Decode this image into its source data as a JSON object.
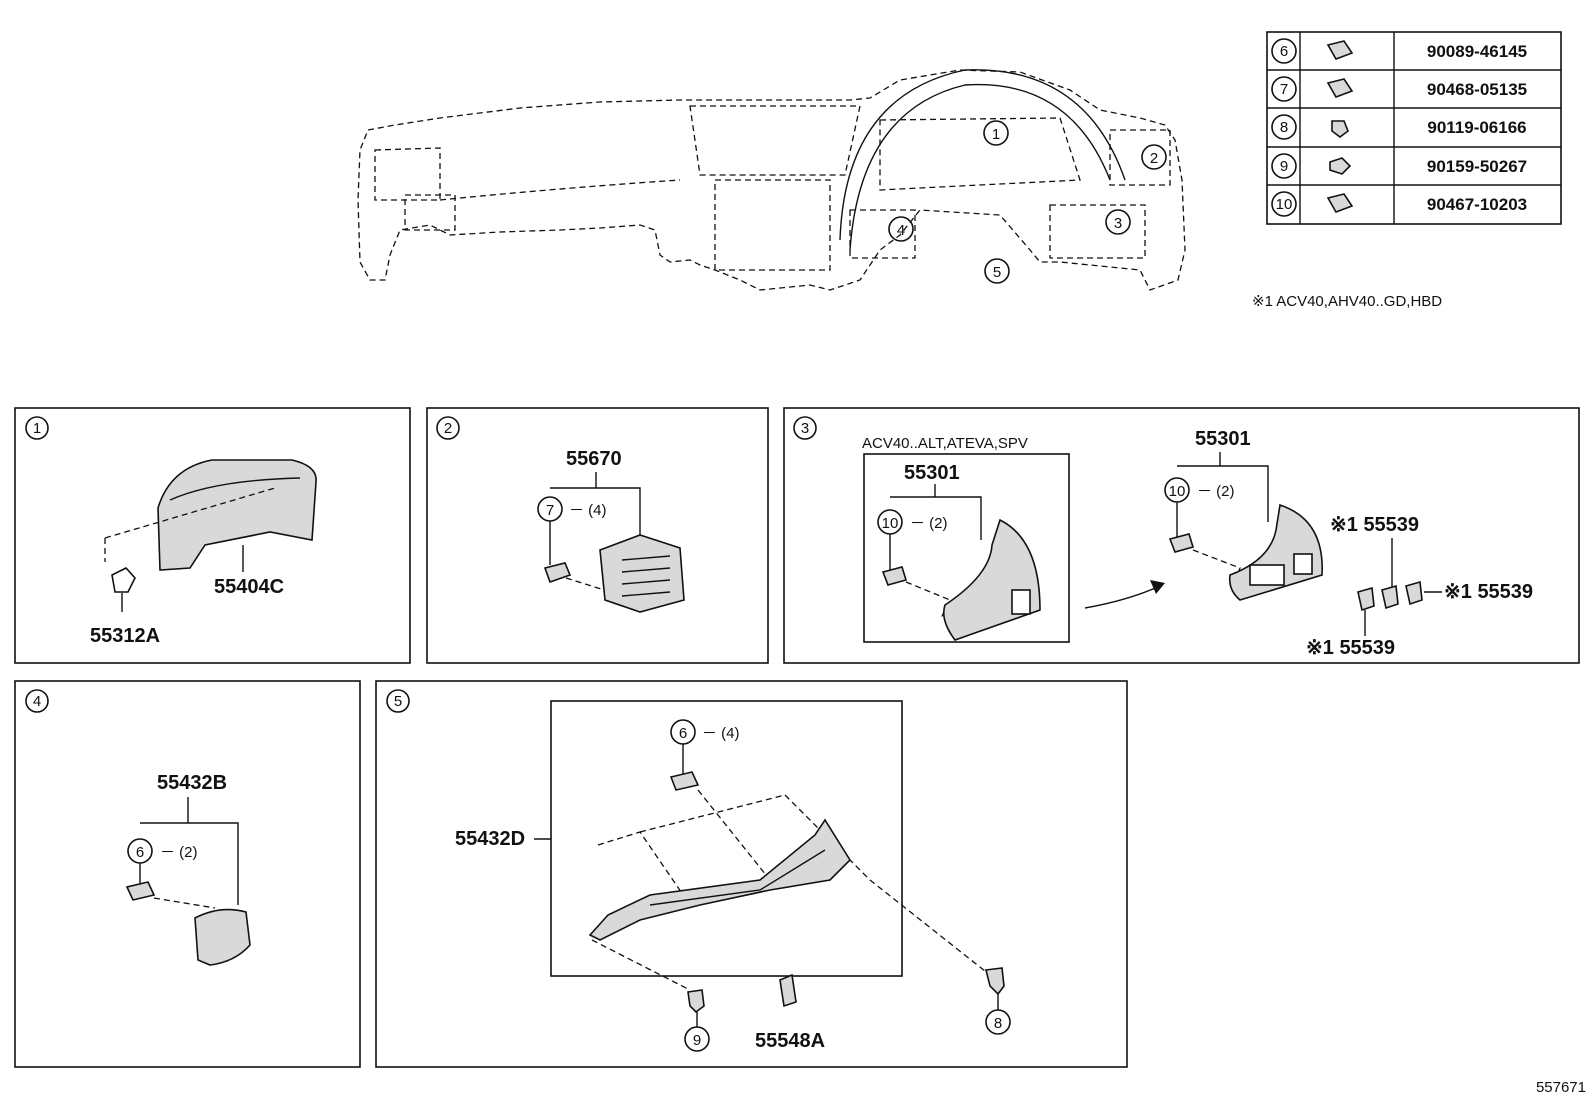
{
  "diagram_code": "557671",
  "footnote": "※1 ACV40,AHV40..GD,HBD",
  "overview_callouts": [
    "1",
    "2",
    "3",
    "4",
    "5"
  ],
  "fastener_table": [
    {
      "no": "6",
      "part": "90089-46145",
      "icon": "clip-icon"
    },
    {
      "no": "7",
      "part": "90468-05135",
      "icon": "clip-icon"
    },
    {
      "no": "8",
      "part": "90119-06166",
      "icon": "bolt-icon"
    },
    {
      "no": "9",
      "part": "90159-50267",
      "icon": "screw-icon"
    },
    {
      "no": "10",
      "part": "90467-10203",
      "icon": "clip-icon"
    }
  ],
  "panels": {
    "p1": {
      "no": "1",
      "parts": [
        "55404C",
        "55312A"
      ]
    },
    "p2": {
      "no": "2",
      "parts": [
        "55670"
      ],
      "ref": "7",
      "qty": "－ (4)"
    },
    "p3": {
      "no": "3",
      "variant": "ACV40..ALT,ATEVA,SPV",
      "part_a": "55301",
      "ref_a": "10",
      "qty_a": "－ (2)",
      "part_b": "55301",
      "ref_b": "10",
      "qty_b": "－ (2)",
      "clip1": "※1 55539",
      "clip2": "※1 55539",
      "clip3": "※1 55539"
    },
    "p4": {
      "no": "4",
      "part": "55432B",
      "ref": "6",
      "qty": "－ (2)"
    },
    "p5": {
      "no": "5",
      "part": "55432D",
      "ref_top": "6",
      "qty_top": "－ (4)",
      "part_clip": "55548A",
      "ref_left": "9",
      "ref_right": "8"
    }
  }
}
